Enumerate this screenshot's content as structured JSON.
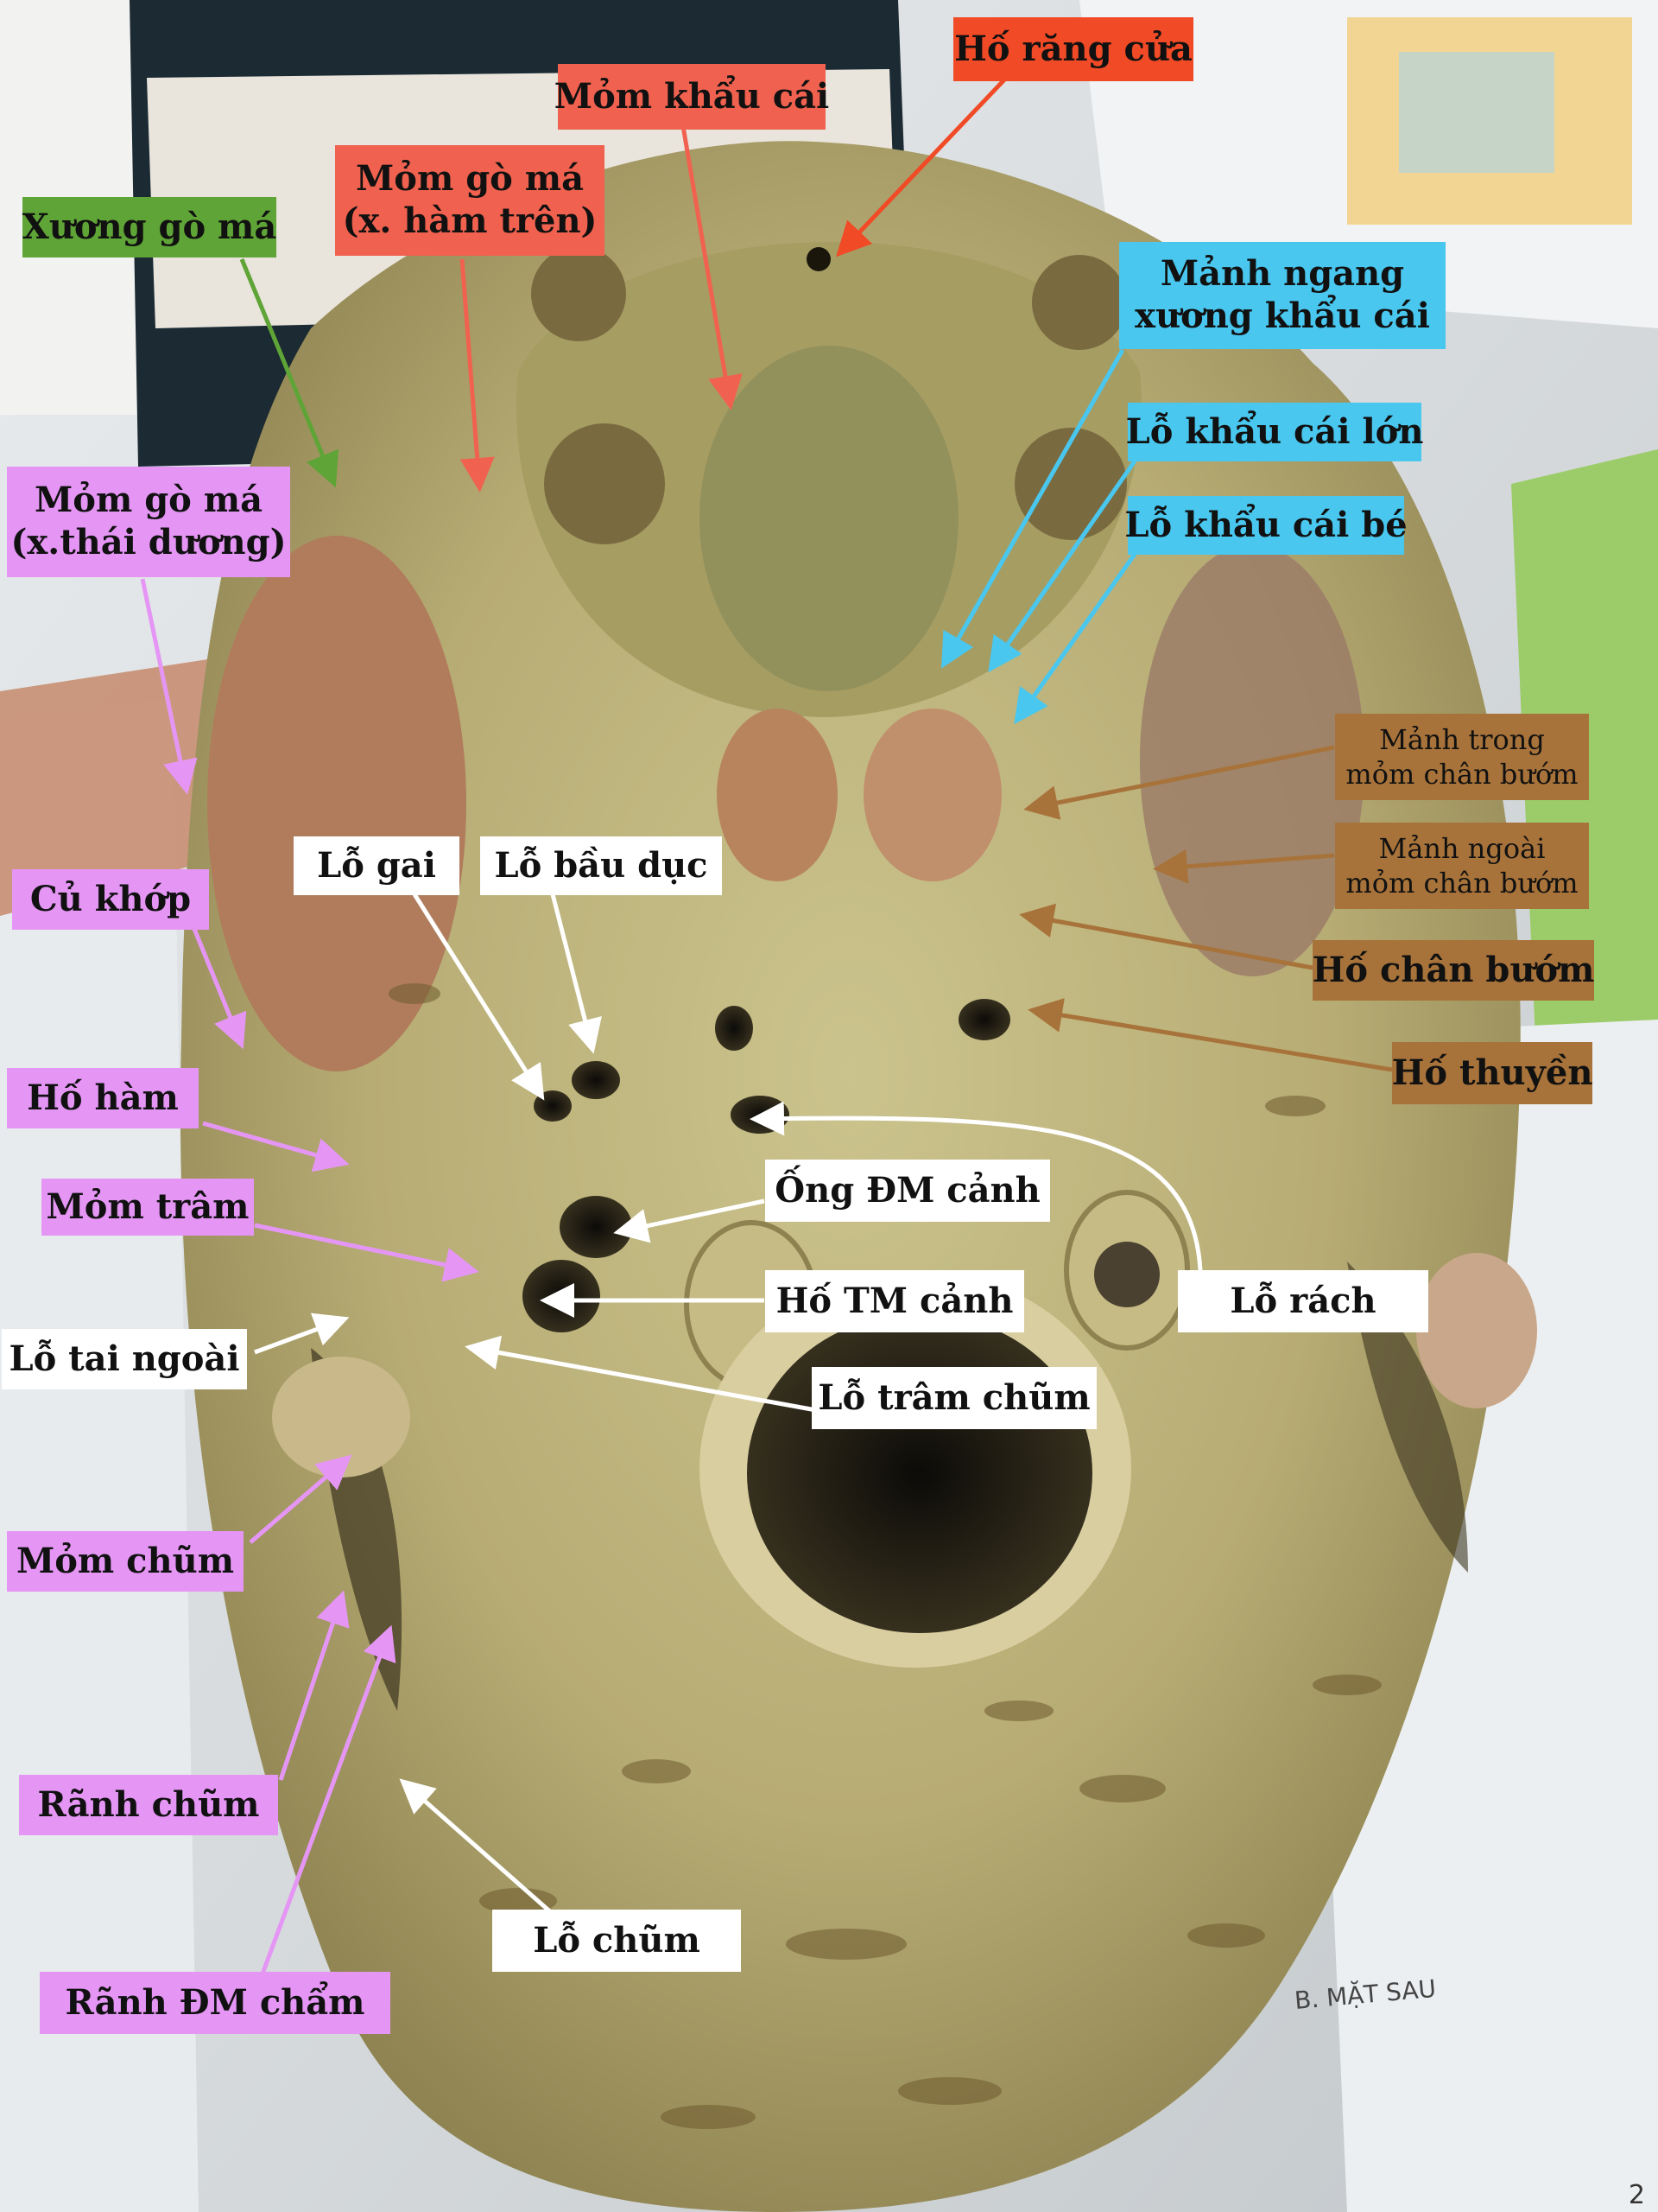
{
  "labels": {
    "xuong_go_ma": "Xương gò má",
    "mom_go_ma_ham_tren_1": "Mỏm gò má",
    "mom_go_ma_ham_tren_2": "(x. hàm trên)",
    "mom_khau_cai": "Mỏm khẩu cái",
    "ho_rang_cua": "Hố răng cửa",
    "manh_ngang_1": "Mảnh ngang",
    "manh_ngang_2": "xương khẩu cái",
    "lo_khau_cai_lon": "Lỗ khẩu cái lớn",
    "lo_khau_cai_be": "Lỗ khẩu cái bé",
    "mom_go_ma_thai_duong_1": "Mỏm gò má",
    "mom_go_ma_thai_duong_2": "(x.thái dương)",
    "manh_trong_1": "Mảnh trong",
    "manh_trong_2": "mỏm chân bướm",
    "manh_ngoai_1": "Mảnh ngoài",
    "manh_ngoai_2": "mỏm chân bướm",
    "ho_chan_buom": "Hố chân bướm",
    "ho_thuyen": "Hố thuyền",
    "cu_khop": "Củ khớp",
    "lo_gai": "Lỗ gai",
    "lo_bau_duc": "Lỗ bầu dục",
    "ho_ham": "Hố hàm",
    "mom_tram": "Mỏm trâm",
    "ong_dm_canh": "Ống ĐM cảnh",
    "ho_tm_canh": "Hố TM cảnh",
    "lo_rach": "Lỗ rách",
    "lo_tai_ngoai": "Lỗ tai ngoài",
    "lo_tram_chum": "Lỗ trâm chũm",
    "mom_chum": "Mỏm chũm",
    "ranh_chum": "Rãnh chũm",
    "lo_chum": "Lỗ chũm",
    "ranh_dm_cham": "Rãnh ĐM chẩm"
  },
  "background": {
    "page_caption": "B. MẶT SAU",
    "page_number": "2"
  },
  "colors": {
    "purple": "#e596f5",
    "white": "#ffffff",
    "cyan": "#49c7ef",
    "brown": "#a8733a",
    "red": "#f0624f",
    "red_orange": "#f04a26",
    "green": "#5fa436"
  }
}
